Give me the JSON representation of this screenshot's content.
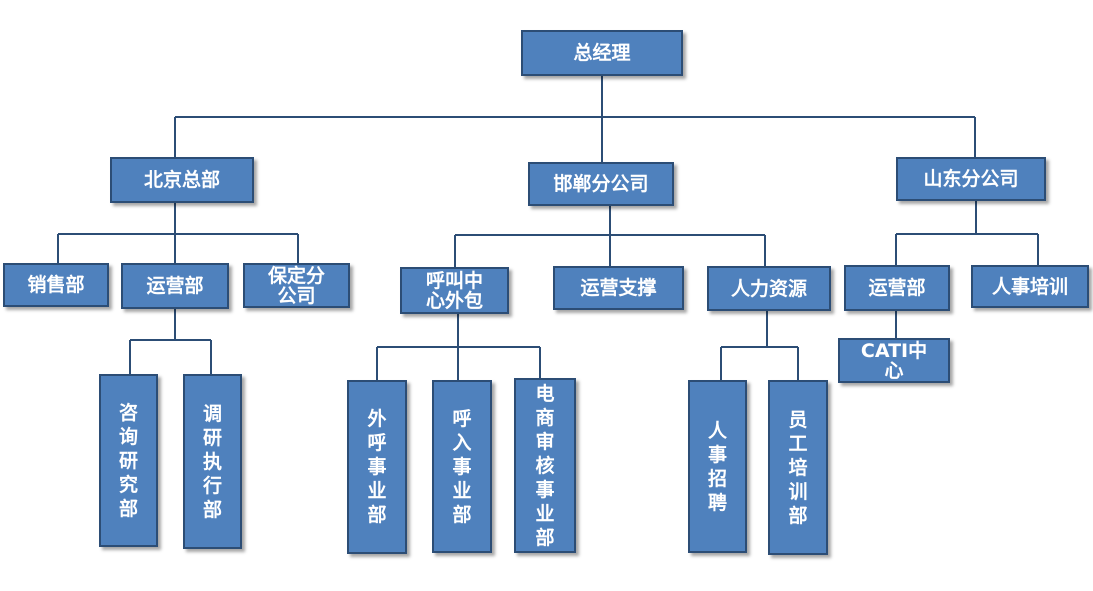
{
  "org_chart": {
    "root": "总经理",
    "beijing": {
      "name": "北京总部",
      "sales": "销售部",
      "operations": "运营部",
      "baoding": "保定分公司",
      "consulting": "咨询研究部",
      "research_exec": "调研执行部"
    },
    "handan": {
      "name": "邯郸分公司",
      "callcenter": "呼叫中心外包",
      "ops_support": "运营支撑",
      "hr": "人力资源",
      "outbound": "外呼事业部",
      "inbound": "呼入事业部",
      "ecommerce_audit": "电商审核事业部",
      "recruitment": "人事招聘",
      "staff_training": "员工培训部"
    },
    "shandong": {
      "name": "山东分公司",
      "operations": "运营部",
      "hr_training": "人事培训",
      "cati": "CATI中心"
    }
  },
  "colors": {
    "box_fill": "#4f81bd",
    "box_border": "#2c4d75",
    "connector": "#2c4d75",
    "text": "#ffffff"
  }
}
